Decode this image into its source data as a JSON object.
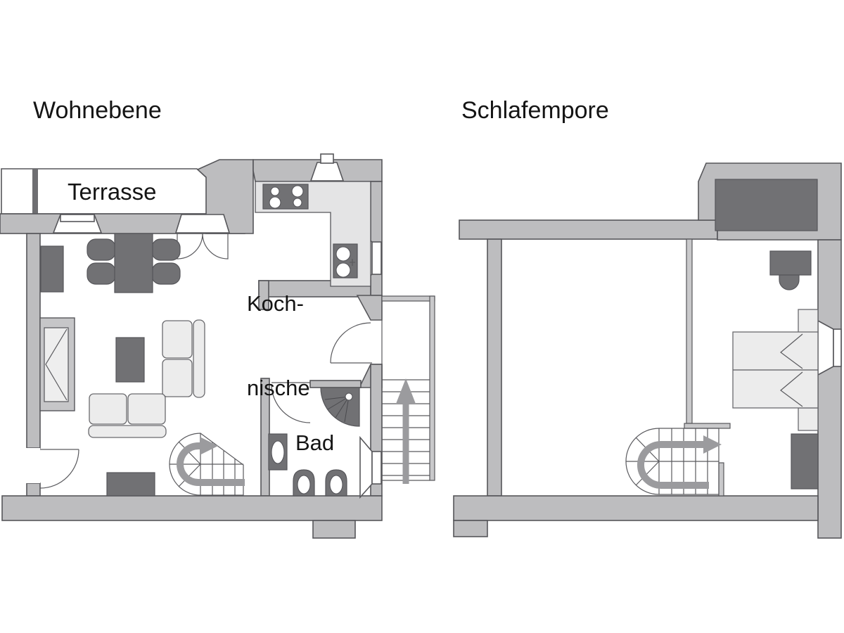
{
  "colors": {
    "background": "#ffffff",
    "wall-fill": "#bdbdbf",
    "wall-stroke": "#56565a",
    "dark-furniture": "#717174",
    "light-furniture": "#ececec",
    "counter": "#e4e4e5",
    "thin-wall": "#c9c9cb",
    "arrow": "#9b9b9e",
    "stair-line": "#5a5a5e",
    "text": "#141414"
  },
  "left_plan": {
    "title": "Wohnebene",
    "rooms": {
      "terrasse": {
        "label": "Terrasse"
      },
      "kochnische": {
        "label_line1": "Koch-",
        "label_line2": "nische"
      },
      "bad": {
        "label": "Bad"
      }
    },
    "elements": [
      "terrace",
      "dining-table",
      "dining-chairs",
      "wall-cabinet",
      "tv-cabinet",
      "sofa",
      "coffee-table",
      "sideboard",
      "kitchen-counter",
      "stove",
      "kitchen-sink",
      "chimney",
      "shower",
      "washbasin",
      "toilet",
      "bidet",
      "spiral-staircase",
      "external-staircase",
      "entrance-door"
    ]
  },
  "right_plan": {
    "title": "Schlafempore",
    "elements": [
      "wardrobe",
      "desk",
      "desk-chair",
      "double-bed",
      "nightstand",
      "spiral-staircase",
      "window"
    ]
  }
}
